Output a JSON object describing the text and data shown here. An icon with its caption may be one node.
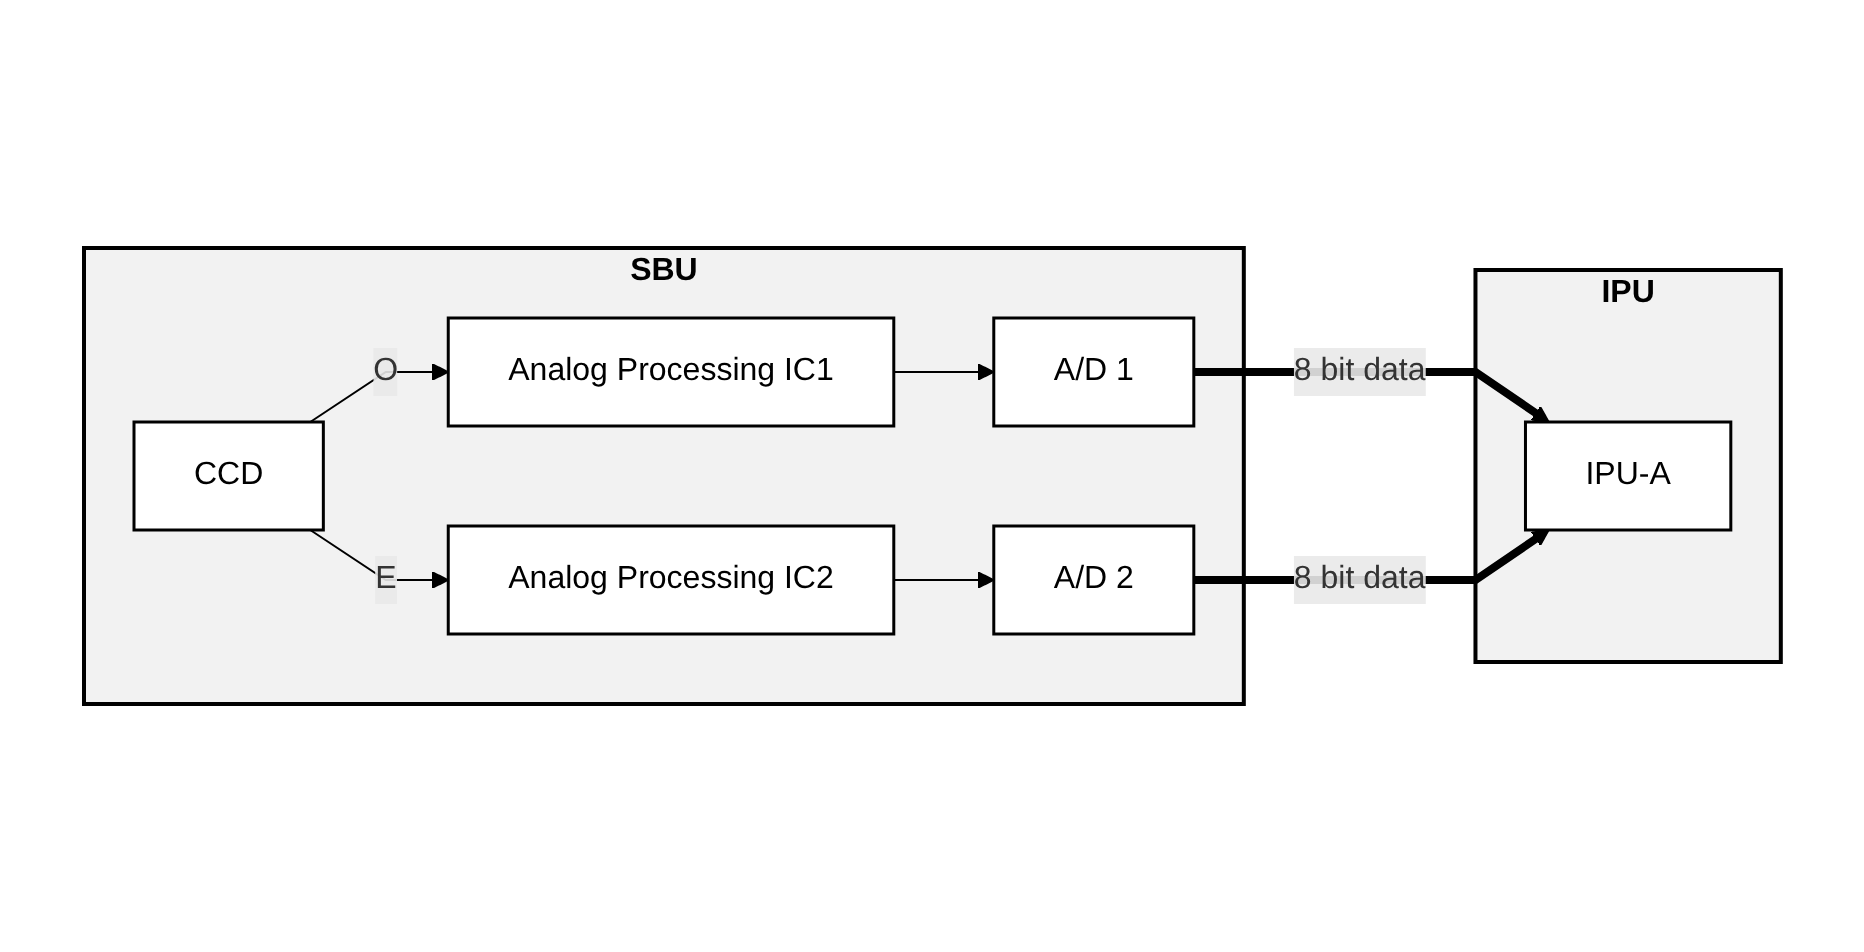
{
  "diagram": {
    "nodes": [
      {
        "text": [
          "SBU"
        ]
      },
      {
        "text": [
          "CCD"
        ],
        "in": 0
      },
      {
        "text": [
          "Analog Processing IC1"
        ],
        "in": 0
      },
      {
        "text": [
          "A/D 1"
        ],
        "in": 0
      },
      {
        "text": [
          "Analog Processing IC2"
        ],
        "in": 0
      },
      {
        "text": [
          "A/D 2"
        ],
        "in": 0
      },
      {
        "text": [
          "IPU"
        ]
      },
      {
        "text": [
          "IPU-A"
        ],
        "in": 6
      }
    ],
    "edges": [
      {
        "from": 1,
        "to": 2,
        "arrow": "to",
        "label": "O"
      },
      {
        "from": 2,
        "to": 3,
        "arrow": "to"
      },
      {
        "from": 1,
        "to": 4,
        "arrow": "to",
        "label": "E"
      },
      {
        "from": 4,
        "to": 5,
        "arrow": "to"
      },
      {
        "from": 3,
        "to": 7,
        "arrow": "to",
        "label": "8 bit data",
        "style": "thick"
      },
      {
        "from": 5,
        "to": 7,
        "arrow": "to",
        "label": "8 bit data",
        "style": "thick"
      }
    ]
  }
}
